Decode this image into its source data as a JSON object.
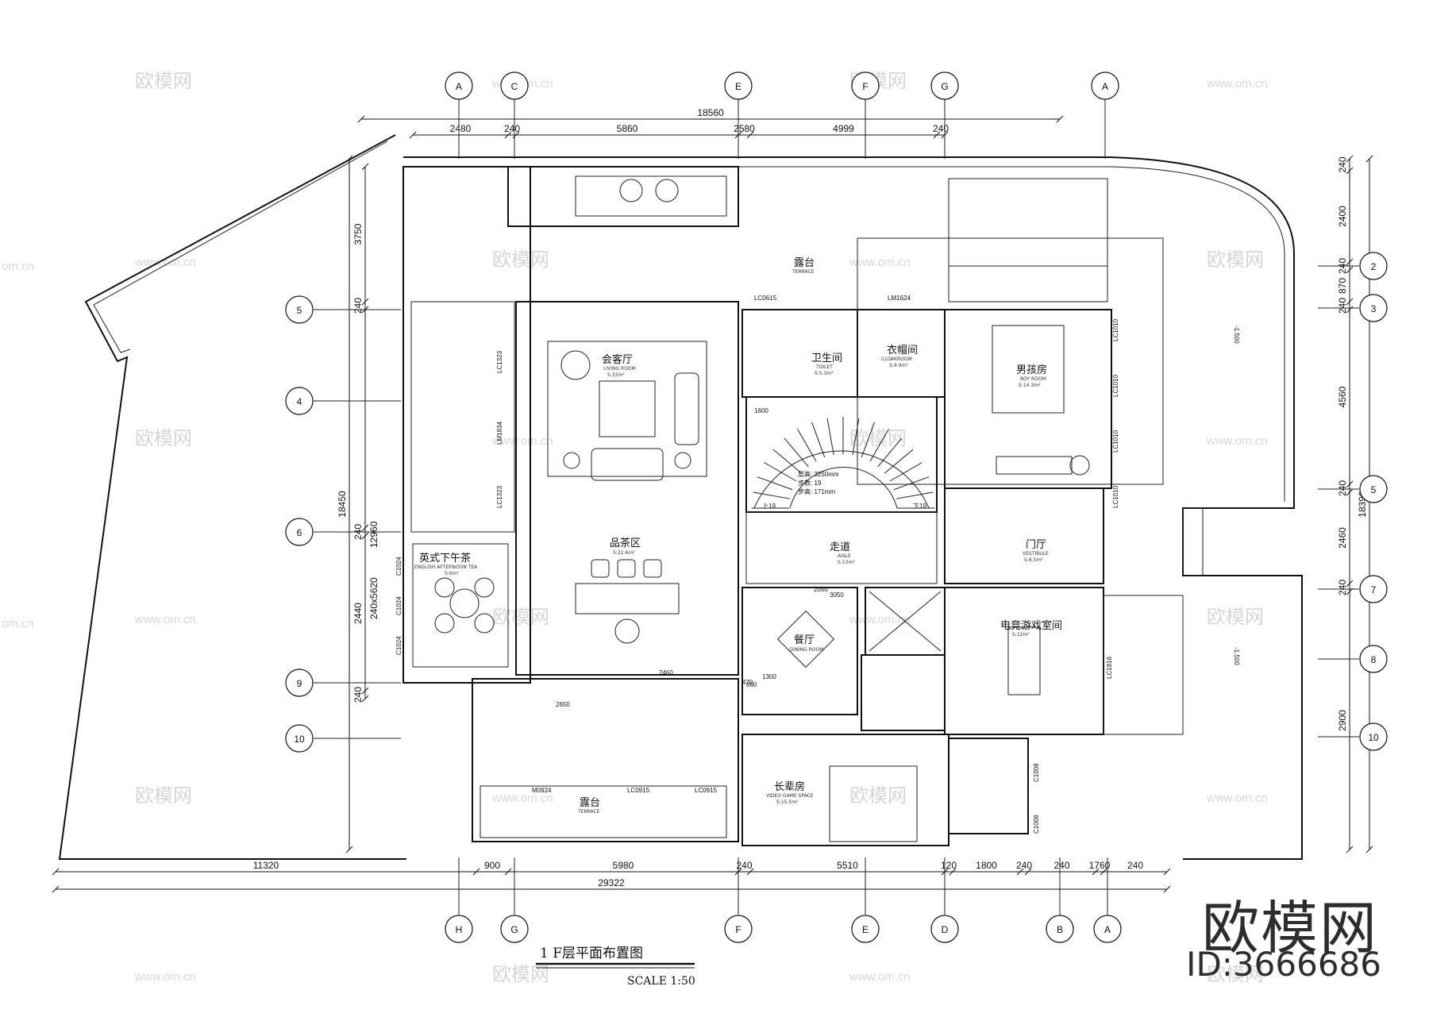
{
  "title": "1 F层平面布置图",
  "scale": "SCALE 1:50",
  "brand": {
    "name": "欧模网",
    "id": "ID:3666686"
  },
  "watermark": {
    "text": "欧模网",
    "url": "www.om.cn",
    "url_short": "om.cn"
  },
  "dims_top": {
    "total": "18560",
    "seg": [
      "2480",
      "240",
      "5860",
      "2580",
      "4999",
      "240"
    ]
  },
  "dims_bottom": {
    "total": "29322",
    "seg": [
      "11320",
      "900",
      "5980",
      "240",
      "5510",
      "120",
      "1800",
      "240",
      "240",
      "1760",
      "240"
    ]
  },
  "dims_left": {
    "total": "18450",
    "seg": [
      "3750",
      "240",
      "12960",
      "240",
      "2440",
      "240"
    ],
    "block": "240x5620"
  },
  "dims_right": {
    "total": "18390",
    "seg": [
      "240",
      "2400",
      "240",
      "870",
      "240",
      "4560",
      "240",
      "2460",
      "240",
      "2900"
    ]
  },
  "axes_top": [
    "A",
    "C",
    "E",
    "F",
    "G",
    "A"
  ],
  "axes_bottom": [
    "H",
    "G",
    "F",
    "E",
    "D",
    "B",
    "A"
  ],
  "axes_left": [
    "5",
    "4",
    "6",
    "9",
    "10"
  ],
  "axes_right": [
    "2",
    "3",
    "5",
    "7",
    "8",
    "10"
  ],
  "rooms": {
    "living": {
      "cn": "会客厅",
      "en": "LIVING ROOM",
      "area": "S:33m²"
    },
    "tea": {
      "cn": "品茶区",
      "area": "S:22.6m²"
    },
    "english": {
      "cn": "英式下午茶",
      "en": "ENGLISH AFTERNOON TEA",
      "area": "S:6m²"
    },
    "toilet": {
      "cn": "卫生间",
      "en": "TOILET",
      "area": "S:5.3m²"
    },
    "cloak": {
      "cn": "衣帽间",
      "en": "CLOAKROOM",
      "area": "S:4.9m²"
    },
    "elder": {
      "cn": "男孩房",
      "en": "BOY ROOM",
      "area": "S:14.3m²"
    },
    "aisle": {
      "cn": "走道",
      "en": "AISLE",
      "area": "S:13m²"
    },
    "foyer": {
      "cn": "门厅",
      "en": "VESTIBULE",
      "area": "S:6.5m²"
    },
    "dining": {
      "cn": "餐厅",
      "en": "DINING ROOM"
    },
    "game": {
      "cn": "电竞游戏室间",
      "area": "S:12m²"
    },
    "elderroom": {
      "cn": "长辈房",
      "en": "VIDEO GAME SPACE",
      "area": "S:15.5m²"
    },
    "terrace_top": {
      "cn": "露台",
      "en": "TERRACE"
    },
    "terrace_bottom": {
      "cn": "露台",
      "en": "TERRACE"
    }
  },
  "stair_note": [
    "层高: 3250mm",
    "步数: 19",
    "步高: 171mm"
  ],
  "stair_marks": {
    "up": "上19",
    "down": "下19"
  },
  "levels": {
    "right_top": "-1.500",
    "right_bottom": "-1.500"
  },
  "door_codes": [
    "LC0615",
    "LM1624",
    "LC1323",
    "LM1834",
    "LC1323",
    "C1024",
    "C1024",
    "C1024",
    "M0924",
    "LC0915",
    "LC0915",
    "LC1816",
    "LC1010",
    "LC1010",
    "LC1010",
    "LC1010",
    "C1008",
    "C1008"
  ],
  "inner_dims": [
    "2650",
    "2460",
    "1600",
    "2050",
    "660",
    "1300",
    "3050",
    "470"
  ]
}
